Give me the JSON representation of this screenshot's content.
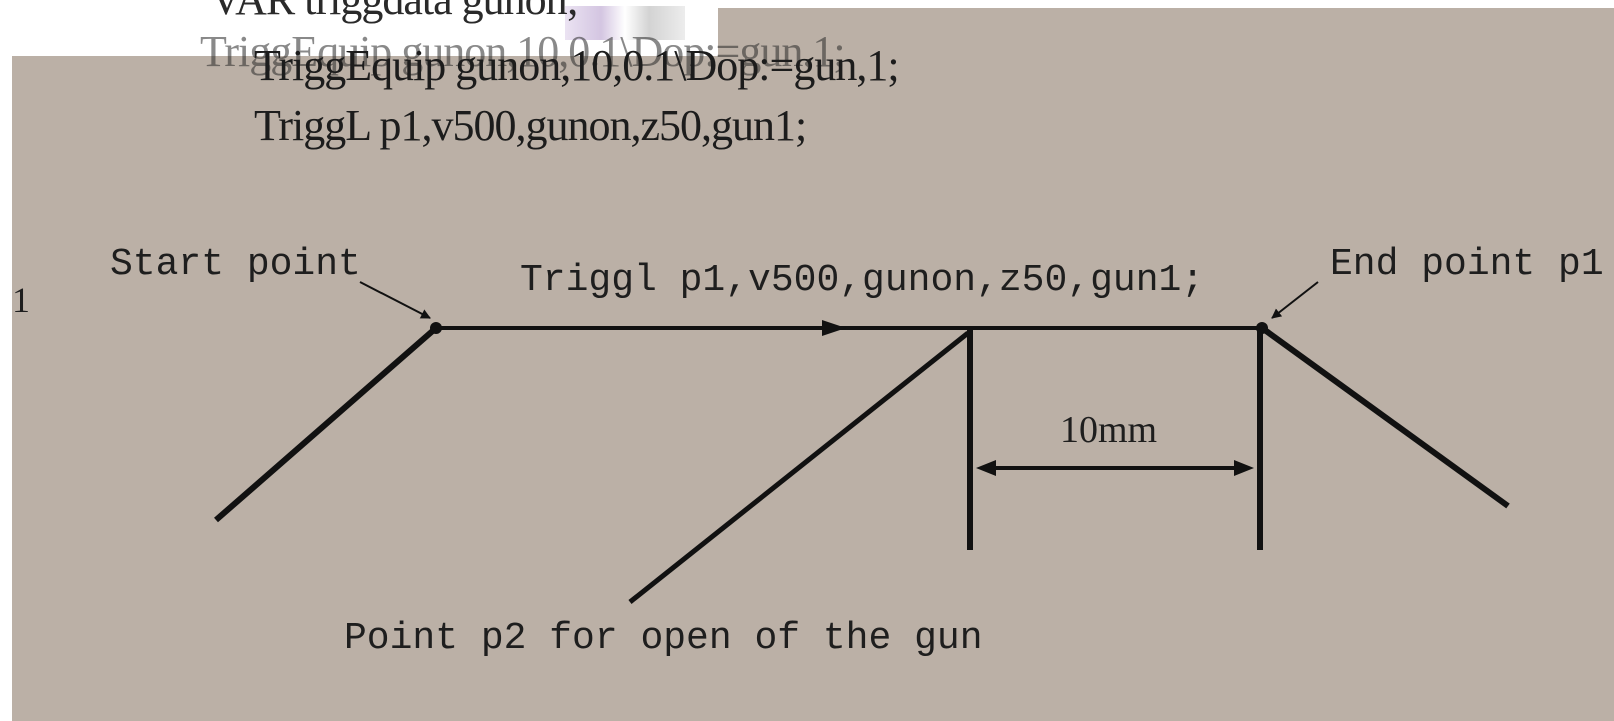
{
  "code": {
    "line0": "VAR triggdata gunon;",
    "line1": "TriggEquip gunon,10,0.1\\Dop:=gun,1;",
    "line2": "TriggEquip gunon,10,0.1\\Dop:=gun,1;",
    "line3": "TriggL p1,v500,gunon,z50,gun1;"
  },
  "diagram": {
    "start_label": "Start point",
    "instruction_label": "Triggl p1,v500,gunon,z50,gun1;",
    "end_label": "End point p1",
    "distance_label": "10mm",
    "p2_label": "Point p2 for open of the gun",
    "margin_mark": "1"
  },
  "colors": {
    "background": "#bbb0a6",
    "ink": "#111111"
  }
}
